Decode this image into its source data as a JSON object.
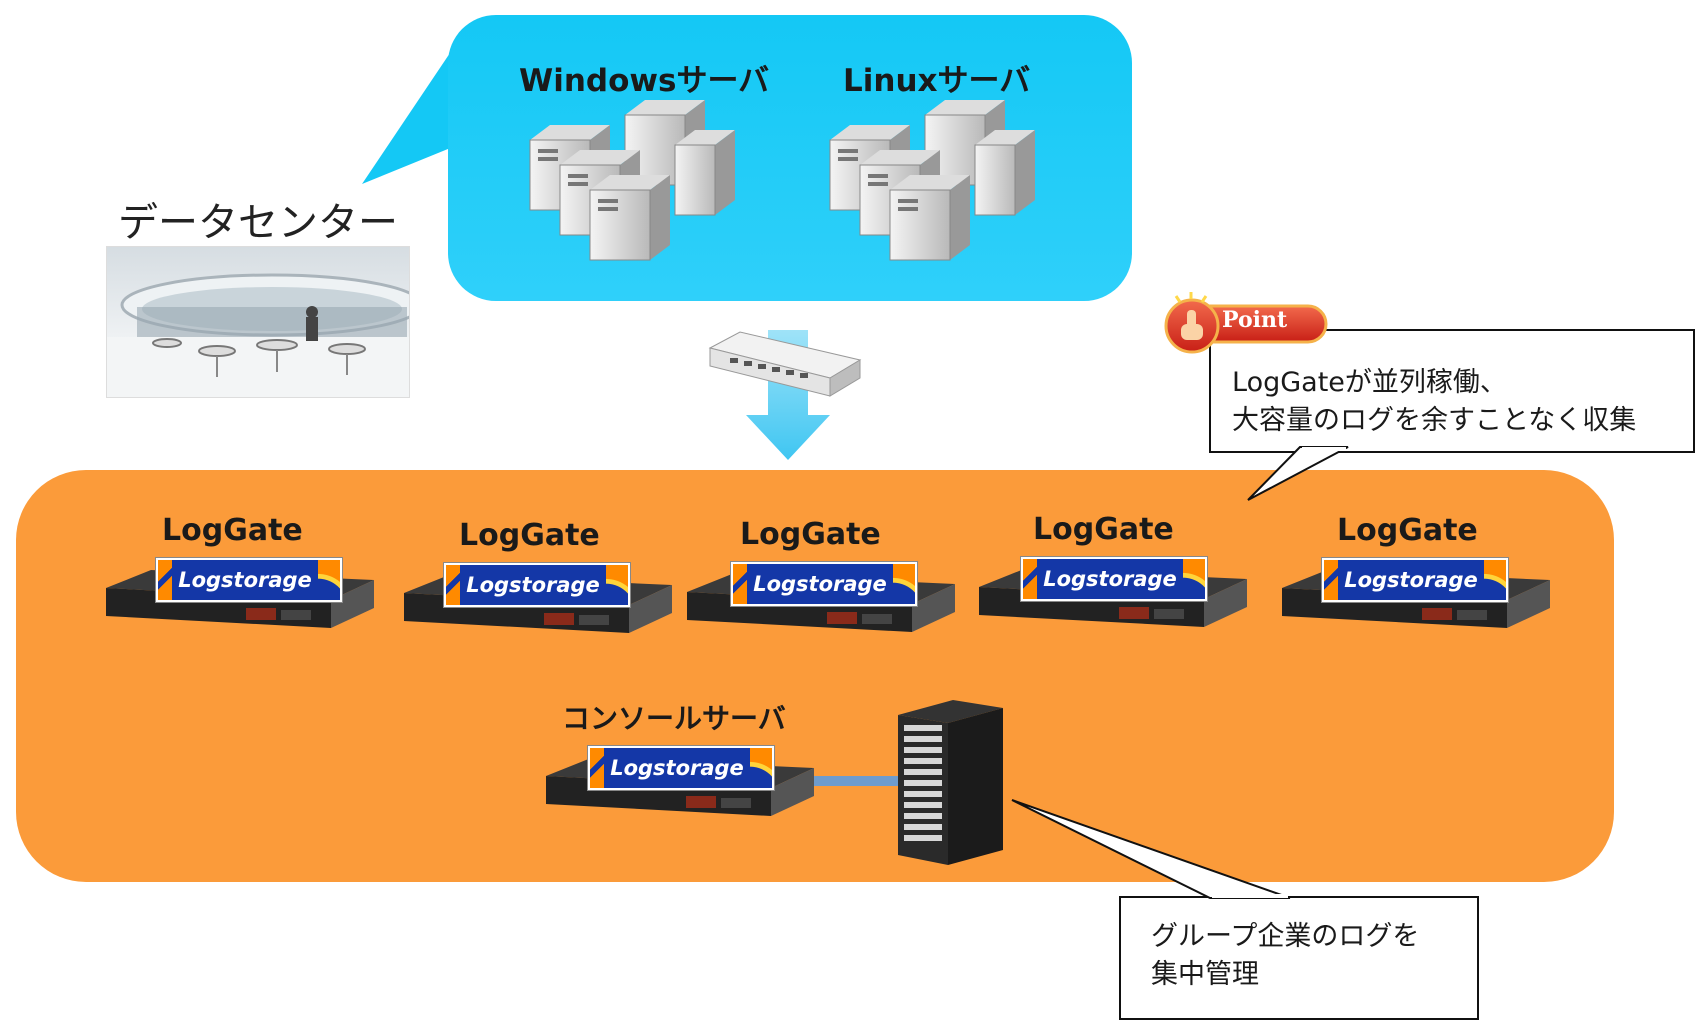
{
  "datacenter": {
    "title": "データセンター"
  },
  "cloud": {
    "windows_label": "Windowsサーバ",
    "linux_label": "Linuxサーバ"
  },
  "loggates": [
    {
      "label": "LogGate",
      "badge": "Logstorage"
    },
    {
      "label": "LogGate",
      "badge": "Logstorage"
    },
    {
      "label": "LogGate",
      "badge": "Logstorage"
    },
    {
      "label": "LogGate",
      "badge": "Logstorage"
    },
    {
      "label": "LogGate",
      "badge": "Logstorage"
    }
  ],
  "console": {
    "label": "コンソールサーバ",
    "badge": "Logstorage"
  },
  "point": {
    "badge_label": "Point",
    "lines": [
      "LogGateが並列稼働、",
      "大容量のログを余すことなく収集"
    ]
  },
  "group_callout": {
    "lines": [
      "グループ企業のログを",
      "集中管理"
    ]
  },
  "colors": {
    "cloud": "#14c8f5",
    "zone": "#fb9b3a",
    "badge": "#1437a7",
    "point": "#e8382b"
  }
}
